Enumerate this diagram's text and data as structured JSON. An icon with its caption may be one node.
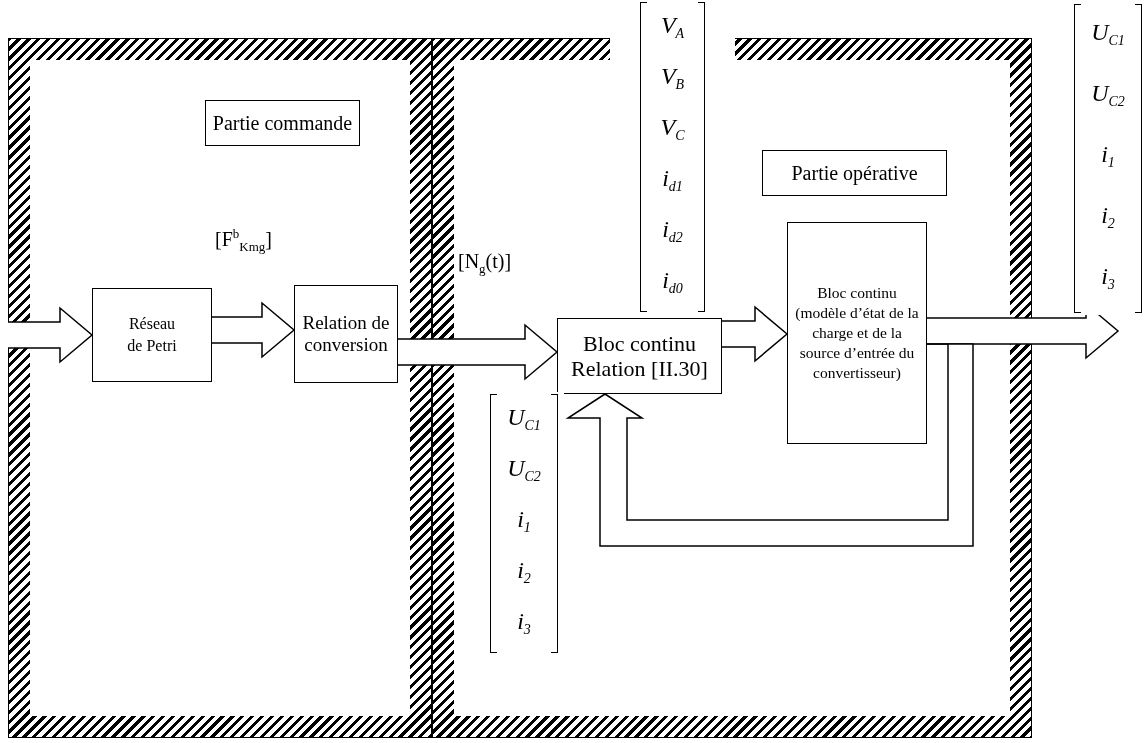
{
  "diagram": {
    "nodes": [
      {
        "text": [],
        "shape": "box"
      },
      {
        "text": [
          "Partie commande"
        ],
        "in": 0
      },
      {
        "text": [
          "Réseau de Petri"
        ],
        "in": 0
      },
      {
        "text": [
          "Relation de conversion"
        ],
        "in": 0
      },
      {
        "text": [],
        "shape": "box"
      },
      {
        "text": [
          "Partie opérative"
        ],
        "in": 4
      },
      {
        "text": [
          "Bloc continu Relation [II.30]"
        ],
        "in": 4
      },
      {
        "text": [
          "Bloc continu (modèle d’état de la charge et de la source d’entrée du convertisseur)"
        ],
        "in": 4
      }
    ],
    "edges": [
      {
        "from": null,
        "to": 2,
        "arrow": "to"
      },
      {
        "from": 2,
        "to": 3,
        "arrow": "to",
        "label": "[F$^{b}$$_{Kmg}$]"
      },
      {
        "from": 3,
        "to": 6,
        "arrow": "to",
        "label": "[N$_{g}$(t)]"
      },
      {
        "from": 6,
        "to": 7,
        "arrow": "to"
      },
      {
        "from": 7,
        "to": null,
        "arrow": "to"
      },
      {
        "from": 7,
        "to": 6,
        "arrow": "to"
      }
    ],
    "labels": [
      "V$_{A}$",
      "V$_{B}$",
      "V$_{C}$",
      "i$_{d1}$",
      "i$_{d2}$",
      "i$_{d0}$",
      "U$_{C1}$",
      "U$_{C2}$",
      "i$_{1}$",
      "i$_{2}$",
      "i$_{3}$",
      "U$_{C1}$",
      "U$_{C2}$",
      "i$_{1}$",
      "i$_{2}$",
      "i$_{3}$"
    ]
  }
}
